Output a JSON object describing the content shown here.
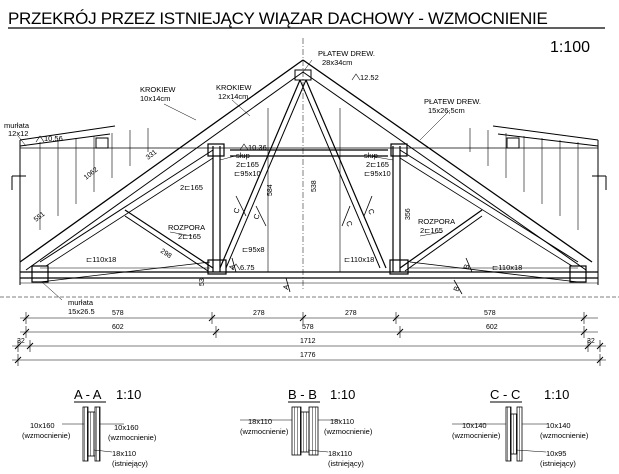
{
  "title": "PRZEKRÓJ PRZEZ ISTNIEJĄCY WIĄZAR DACHOWY - WZMOCNIENIE",
  "scale": "1:100",
  "labels": {
    "platew_top_name": "PŁATEW DREW.",
    "platew_top_size": "28x34cm",
    "krokiew1_name": "KROKIEW",
    "krokiew1_size": "10x14cm",
    "krokiew2_name": "KROKIEW",
    "krokiew2_size": "12x14cm",
    "platew_right_name": "PŁATEW DREW.",
    "platew_right_size": "15x26,5cm",
    "murlata_left_name": "murłata",
    "murlata_left_size": "12x12",
    "murlata_bottom_name": "murłata",
    "murlata_bottom_size": "15x26.5",
    "slup_l_name": "słup",
    "slup_l_profile": "2⊏165",
    "slup_l_plate": "⊏95x10",
    "slup_r_name": "słup",
    "slup_r_profile": "2⊏165",
    "slup_r_plate": "⊏95x10",
    "rozpora_l_name": "ROZPORA",
    "rozpora_l_profile": "2⊏165",
    "rozpora_r_name": "ROZPORA",
    "rozpora_r_profile": "2⊏165",
    "c165": "2⊏165",
    "pl95x8": "⊏95x8",
    "bar_110x18_a": "⊏110x18",
    "bar_110x18_b": "⊏110x18",
    "bar_110x18_c": "⊏110x18",
    "h_1056": "10.56",
    "h_1036": "10.36",
    "h_1252": "12.52",
    "h_675": "6.75",
    "d_1062": "1062",
    "d_331": "331",
    "d_551": "551",
    "d_298": "298",
    "d_584": "584",
    "d_538": "538",
    "d_356": "356",
    "d_53": "53",
    "sec_aa": "A",
    "sec_bb": "B",
    "sec_cc": "C"
  },
  "dimensions": {
    "row1": [
      "578",
      "278",
      "278",
      "578"
    ],
    "row2": [
      "602",
      "578",
      "602"
    ],
    "row3": [
      "32",
      "1712",
      "32"
    ],
    "row4": [
      "1776"
    ]
  },
  "sections": [
    {
      "title": "A - A",
      "scale": "1:10",
      "left_size": "10x160",
      "left_note": "(wzmocnienie)",
      "right_size": "10x160",
      "right_note": "(wzmocnienie)",
      "bottom_size": "18x110",
      "bottom_note": "(istniejący)"
    },
    {
      "title": "B - B",
      "scale": "1:10",
      "left_size": "18x110",
      "left_note": "(wzmocnienie)",
      "right_size": "18x110",
      "right_note": "(wzmocnienie)",
      "bottom_size": "18x110",
      "bottom_note": "(istniejący)"
    },
    {
      "title": "C - C",
      "scale": "1:10",
      "left_size": "10x140",
      "left_note": "(wzmocnienie)",
      "right_size": "10x140",
      "right_note": "(wzmocnienie)",
      "bottom_size": "10x95",
      "bottom_note": "(istniejący)"
    }
  ]
}
